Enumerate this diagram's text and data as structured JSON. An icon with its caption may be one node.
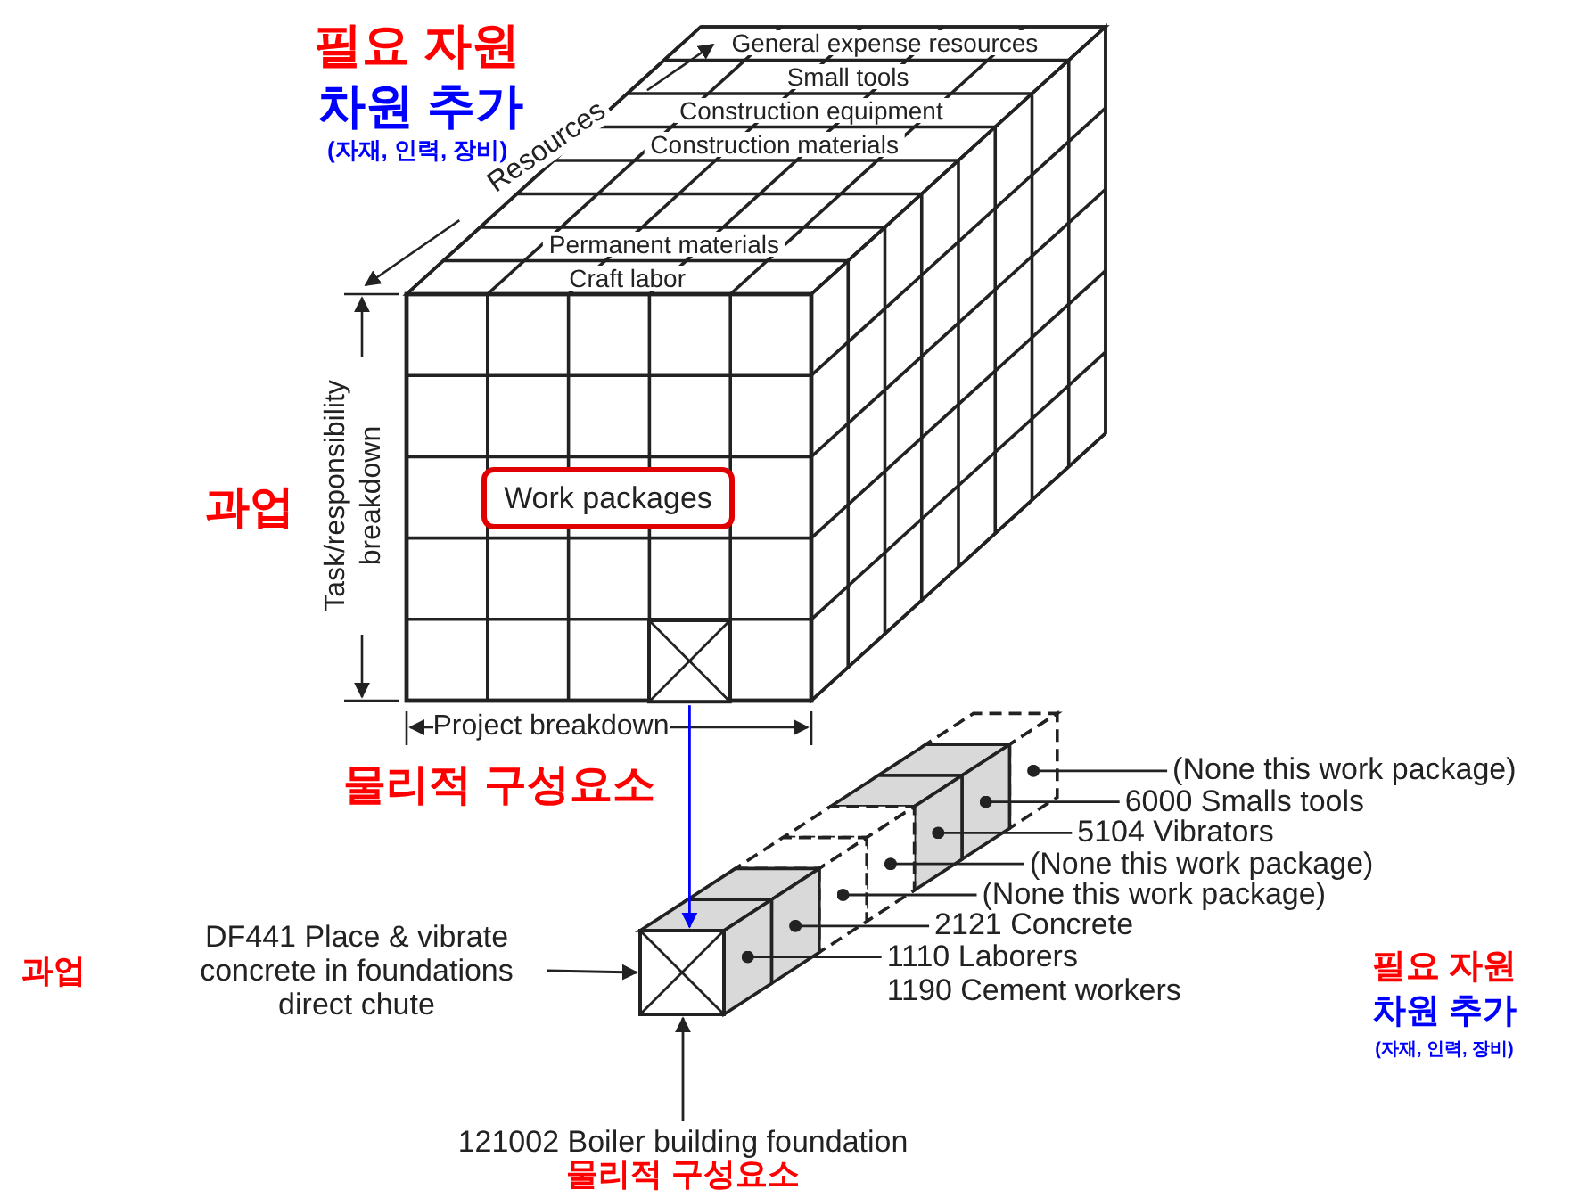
{
  "diagram": {
    "nodes": [
      {
        "text": [
          "Work packages"
        ]
      },
      {
        "text": [],
        "shape": "box"
      },
      {
        "text": [],
        "shape": "box"
      },
      {
        "text": [],
        "shape": "box"
      },
      {
        "text": [],
        "shape": "box"
      },
      {
        "text": [],
        "shape": "box"
      },
      {
        "text": [],
        "shape": "box"
      },
      {
        "text": [],
        "shape": "box"
      },
      {
        "text": [],
        "shape": "box"
      },
      {
        "text": [],
        "shape": "box"
      },
      {
        "text": [
          "(None this work package)"
        ]
      },
      {
        "text": [
          "6000 Smalls tools"
        ]
      },
      {
        "text": [
          "5104 Vibrators"
        ]
      },
      {
        "text": [
          "(None this work package)"
        ]
      },
      {
        "text": [
          "(None this work package)"
        ]
      },
      {
        "text": [
          "2121 Concrete"
        ]
      },
      {
        "text": [
          "1110 Laborers",
          "1190 Cement workers"
        ]
      },
      {
        "text": [
          "DF441 Place & vibrate concrete in foundations direct chute"
        ]
      },
      {
        "text": [
          "121002 Boiler building foundation"
        ]
      }
    ],
    "edges": [
      {
        "from": 1,
        "to": 2,
        "arrow": "to",
        "color": "#0000ff"
      },
      {
        "from": 10,
        "to": 9,
        "arrow": "other"
      },
      {
        "from": 11,
        "to": 8,
        "arrow": "other"
      },
      {
        "from": 12,
        "to": 7,
        "arrow": "other"
      },
      {
        "from": 13,
        "to": 6,
        "arrow": "other"
      },
      {
        "from": 14,
        "to": 5,
        "arrow": "other"
      },
      {
        "from": 15,
        "to": 4,
        "arrow": "other"
      },
      {
        "from": 16,
        "to": 3,
        "arrow": "other"
      },
      {
        "from": 17,
        "to": 2,
        "arrow": "to"
      },
      {
        "from": 18,
        "to": 2,
        "arrow": "to"
      }
    ],
    "labels": [
      "필요 자원",
      "차원 추가",
      "(자재, 인력, 장비)",
      "General expense resources",
      "Small tools",
      "Construction equipment",
      "Construction materials",
      "Resources",
      "Permanent materials",
      "Craft labor",
      "Task/responsibility breakdown",
      "과업",
      "Project breakdown",
      "물리적 구성요소",
      "과업",
      "필요 자원",
      "차원 추가",
      "(자재, 인력, 장비)",
      "물리적 구성요소"
    ]
  }
}
